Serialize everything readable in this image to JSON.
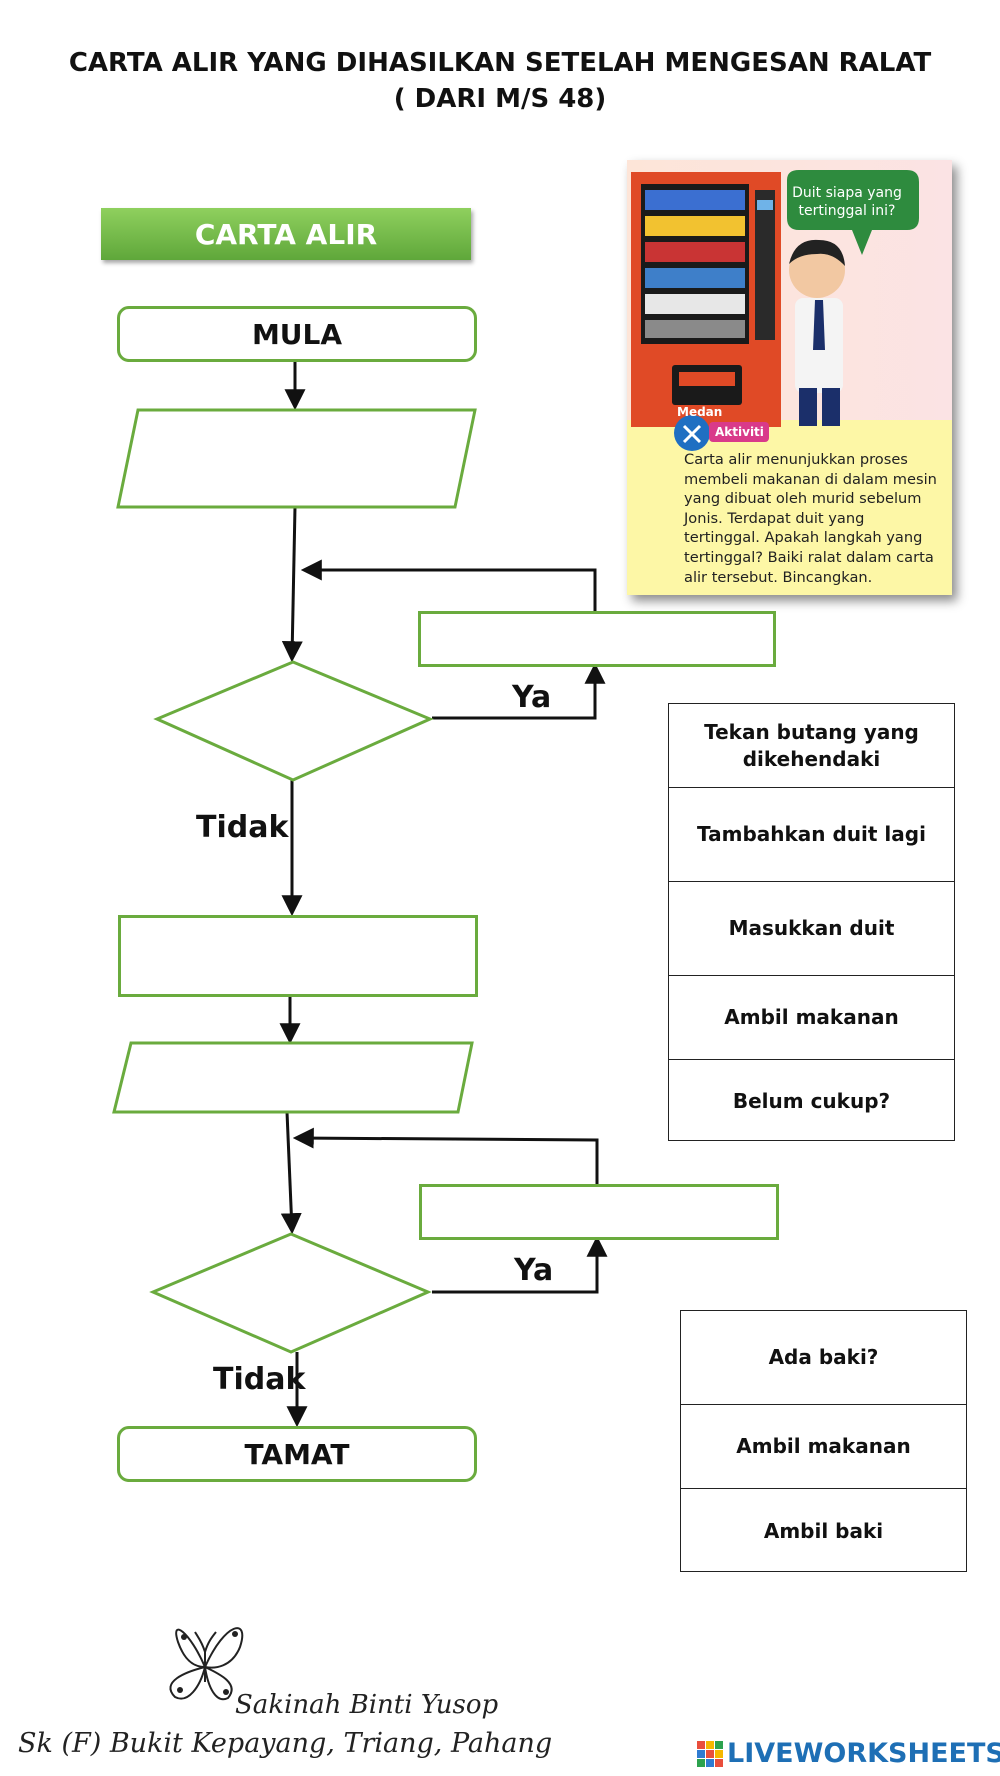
{
  "title": {
    "line1": "CARTA ALIR YANG DIHASILKAN SETELAH MENGESAN RALAT",
    "line2": "( DARI M/S 48)"
  },
  "flowchart": {
    "header": "CARTA ALIR",
    "start": "MULA",
    "end": "TAMAT",
    "yes_label_1": "Ya",
    "no_label_1": "Tidak",
    "yes_label_2": "Ya",
    "no_label_2": "Tidak"
  },
  "choices_1": [
    "Tekan butang yang dikehendaki",
    "Tambahkan duit lagi",
    "Masukkan duit",
    "Ambil makanan",
    "Belum cukup?"
  ],
  "choices_2": [
    "Ada baki?",
    "Ambil makanan",
    "Ambil baki"
  ],
  "activity_card": {
    "speech_bubble": "Duit siapa yang tertinggal ini?",
    "badge_top": "Medan",
    "badge_label": "Aktiviti",
    "text": "Carta alir menunjukkan proses membeli makanan di dalam mesin yang dibuat oleh murid sebelum Jonis. Terdapat duit yang tertinggal. Apakah langkah yang tertinggal? Baiki ralat dalam carta alir tersebut. Bincangkan."
  },
  "signature": {
    "name": "Sakinah Binti Yusop",
    "school": "Sk (F) Bukit Kepayang, Triang, Pahang"
  },
  "brand": {
    "logo_text": "LIVEWORKSHEETS",
    "color": "#1e6fb5"
  },
  "colors": {
    "shape_border": "#6aab3e",
    "header_green": "#6cb343",
    "card_yellow": "#fdf7a6"
  }
}
